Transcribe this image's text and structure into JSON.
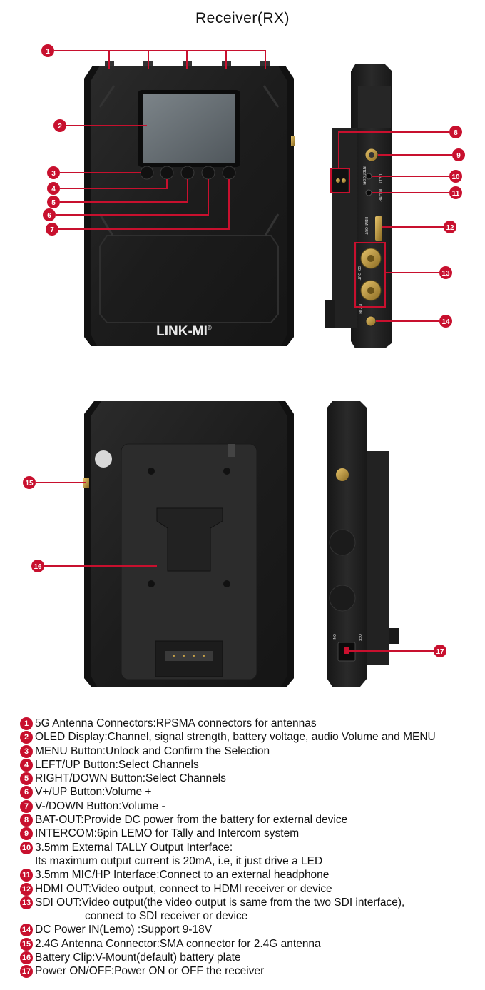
{
  "title": "Receiver(RX)",
  "brand": "LINK-MI",
  "brand_mark": "®",
  "port_labels": {
    "intercom": "INTERCOM",
    "tally": "TALLY",
    "mic_hp": "MIC/HP",
    "hdmi_out": "HDMI OUT",
    "sdi_out": "SDI OUT",
    "dc_in": "DC IN",
    "power_on": "ON",
    "power_off": "OFF"
  },
  "colors": {
    "accent": "#c8102e",
    "device": "#1e1e1e"
  },
  "callouts": [
    "1",
    "2",
    "3",
    "4",
    "5",
    "6",
    "7",
    "8",
    "9",
    "10",
    "11",
    "12",
    "13",
    "14",
    "15",
    "16",
    "17"
  ],
  "legend": [
    {
      "num": "1",
      "lines": [
        "5G Antenna Connectors:RPSMA connectors for antennas"
      ]
    },
    {
      "num": "2",
      "lines": [
        "OLED Display:Channel, signal strength, battery voltage, audio Volume and MENU"
      ]
    },
    {
      "num": "3",
      "lines": [
        "MENU Button:Unlock and Confirm the Selection"
      ]
    },
    {
      "num": "4",
      "lines": [
        "LEFT/UP Button:Select Channels"
      ]
    },
    {
      "num": "5",
      "lines": [
        "RIGHT/DOWN Button:Select Channels"
      ]
    },
    {
      "num": "6",
      "lines": [
        "V+/UP Button:Volume +"
      ]
    },
    {
      "num": "7",
      "lines": [
        "V-/DOWN Button:Volume -"
      ]
    },
    {
      "num": "8",
      "lines": [
        "BAT-OUT:Provide DC power from the battery for external device"
      ]
    },
    {
      "num": "9",
      "lines": [
        "INTERCOM:6pin LEMO for Tally and  Intercom system"
      ]
    },
    {
      "num": "10",
      "lines": [
        "3.5mm External TALLY Output Interface:",
        "Its maximum output current is 20mA, i.e, it just drive a LED"
      ]
    },
    {
      "num": "11",
      "lines": [
        "3.5mm MIC/HP Interface:Connect to an external headphone"
      ]
    },
    {
      "num": "12",
      "lines": [
        "HDMI OUT:Video output, connect to HDMI receiver or device"
      ]
    },
    {
      "num": "13",
      "lines": [
        "SDI OUT:Video output(the video output is same from the two SDI interface),",
        "connect to SDI receiver or device"
      ]
    },
    {
      "num": "14",
      "lines": [
        "DC Power IN(Lemo) :Support 9-18V"
      ]
    },
    {
      "num": "15",
      "lines": [
        "2.4G Antenna Connector:SMA connector for 2.4G antenna"
      ]
    },
    {
      "num": "16",
      "lines": [
        "Battery Clip:V-Mount(default) battery plate"
      ]
    },
    {
      "num": "17",
      "lines": [
        "Power ON/OFF:Power ON or OFF the receiver"
      ]
    }
  ]
}
